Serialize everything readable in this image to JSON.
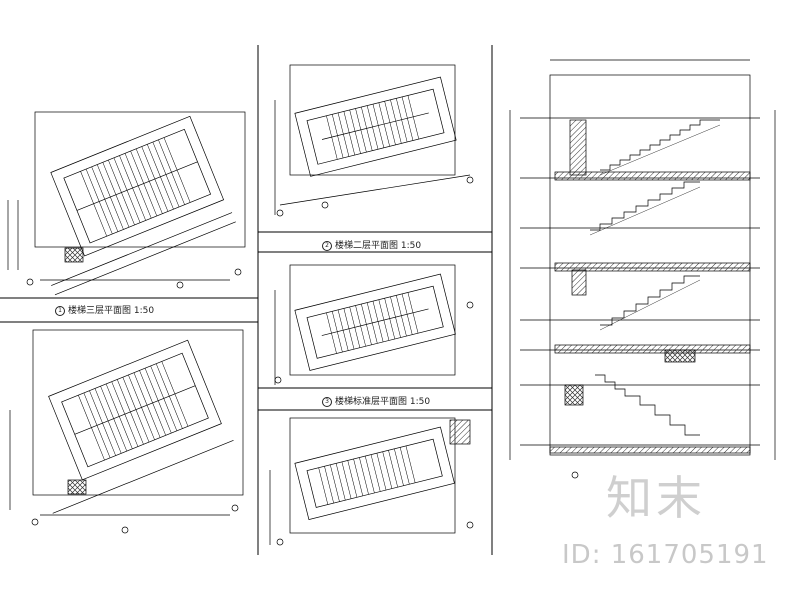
{
  "captions": {
    "plan_top_left": "楼梯三层平面图 1:50",
    "plan_mid_top": "楼梯二层平面图 1:50",
    "plan_mid_bottom": "楼梯标准层平面图 1:50"
  },
  "watermark": {
    "logo": "知末",
    "id": "ID: 161705191"
  },
  "colors": {
    "line": "#000000",
    "hatch": "#333333",
    "watermark": "#cccccc"
  }
}
